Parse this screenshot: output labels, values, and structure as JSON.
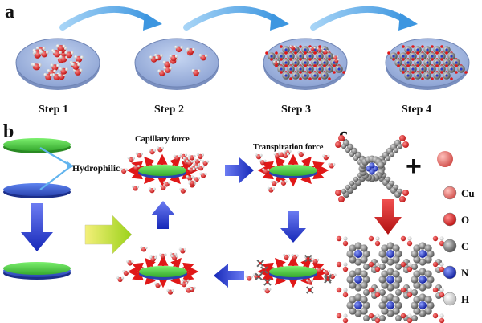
{
  "panels": {
    "a": "a",
    "b": "b",
    "c": "c"
  },
  "steps": [
    "Step 1",
    "Step 2",
    "Step 3",
    "Step 4"
  ],
  "labels": {
    "capillary": "Capillary force",
    "transpiration": "Transpiration force",
    "hydrophilic": "Hydrophilic",
    "plus": "+"
  },
  "legend": [
    {
      "symbol": "Cu",
      "color": "#e8706a"
    },
    {
      "symbol": "O",
      "color": "#e01010"
    },
    {
      "symbol": "C",
      "color": "#8c8c8c"
    },
    {
      "symbol": "N",
      "color": "#1f2fd0"
    },
    {
      "symbol": "H",
      "color": "#f2f2f2"
    }
  ],
  "colors": {
    "sky_arrow": "#5aa9e6",
    "blue_arrow": "#1a33c8",
    "green_disc": "#55d64c",
    "blue_disc": "#3a5fd8",
    "plate": "#a9bde6",
    "red_arrow": "#d42222",
    "yellow_arrow": "#c9e020"
  }
}
